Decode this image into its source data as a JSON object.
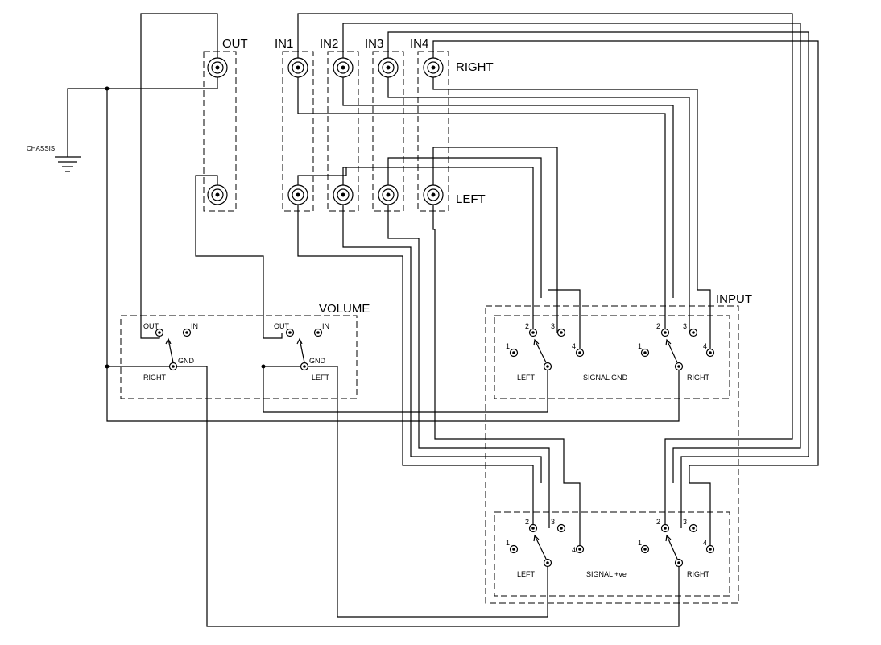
{
  "jacks": {
    "out": "OUT",
    "in1": "IN1",
    "in2": "IN2",
    "in3": "IN3",
    "in4": "IN4",
    "right_row": "RIGHT",
    "left_row": "LEFT"
  },
  "chassis": "CHASSIS",
  "volume": {
    "title": "VOLUME",
    "right": {
      "out": "OUT",
      "in": "IN",
      "gnd": "GND",
      "name": "RIGHT"
    },
    "left": {
      "out": "OUT",
      "in": "IN",
      "gnd": "GND",
      "name": "LEFT"
    }
  },
  "input": {
    "title": "INPUT",
    "gnd_deck": {
      "caption": "SIGNAL GND",
      "left_name": "LEFT",
      "right_name": "RIGHT",
      "positions": [
        "1",
        "2",
        "3",
        "4"
      ]
    },
    "pos_deck": {
      "caption": "SIGNAL +ve",
      "left_name": "LEFT",
      "right_name": "RIGHT",
      "positions": [
        "1",
        "2",
        "3",
        "4"
      ]
    }
  }
}
